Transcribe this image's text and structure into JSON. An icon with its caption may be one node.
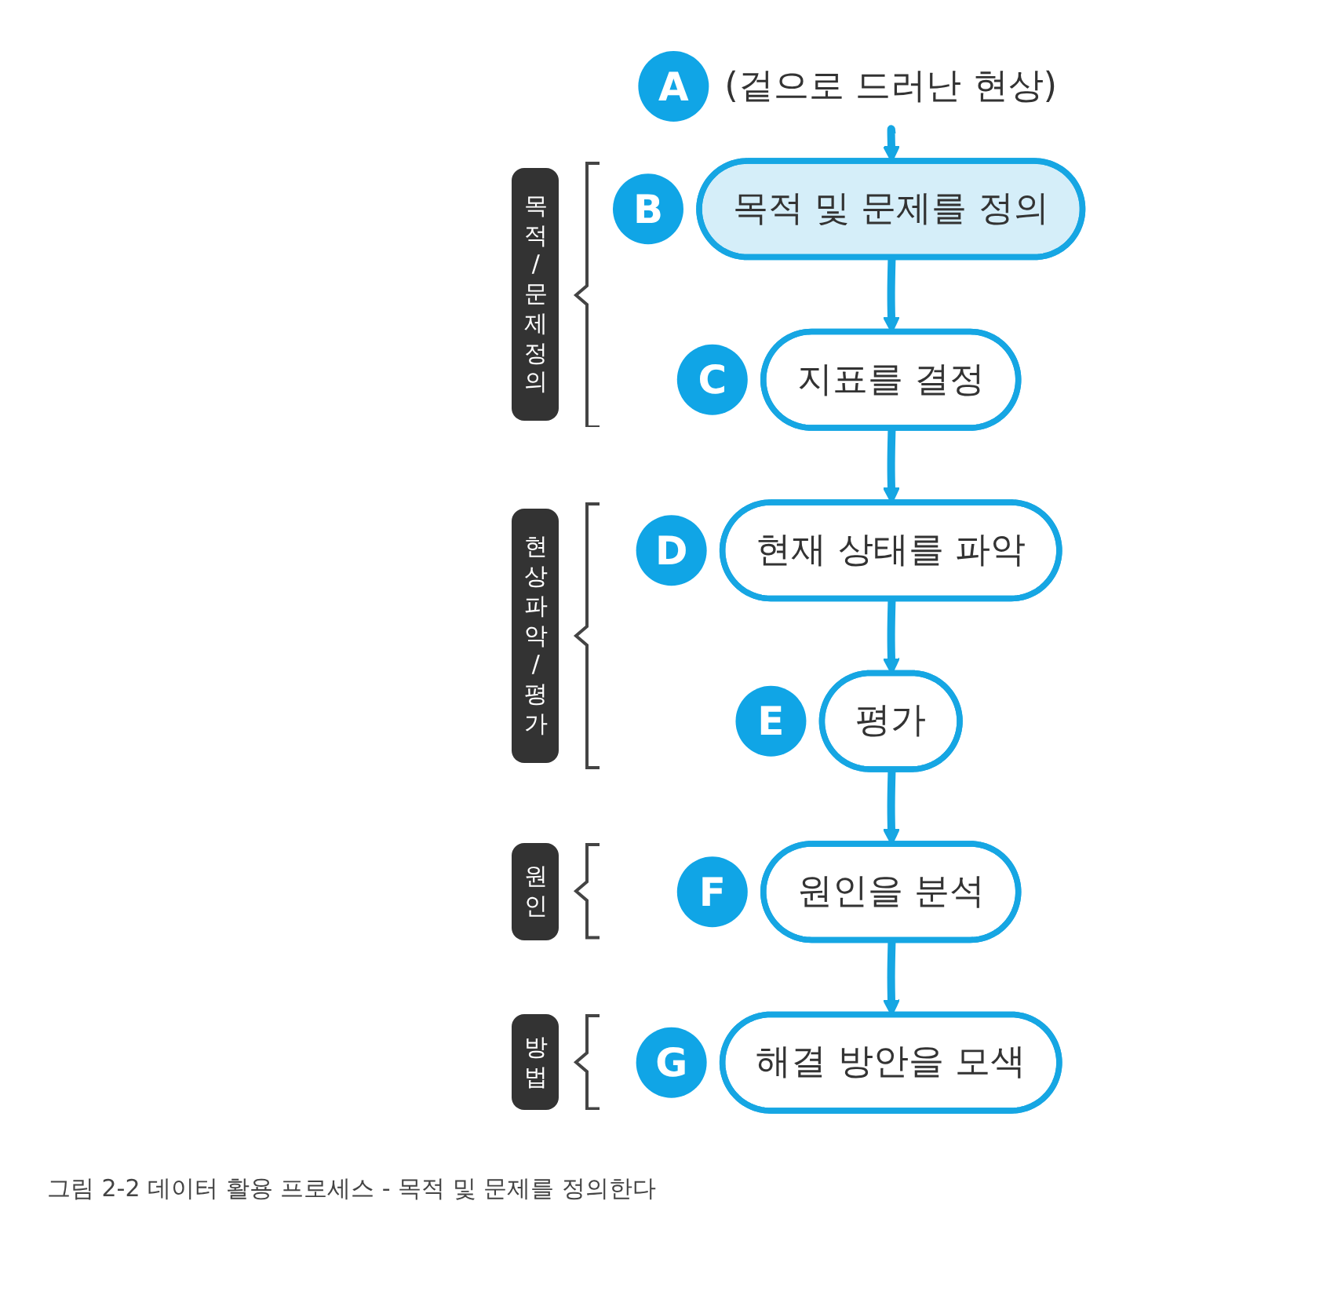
{
  "diagram": {
    "caption": "그림 2-2 데이터 활용 프로세스 - 목적 및 문제를 정의한다",
    "nodes": [
      {
        "text": [
          "(겉으로 드러난 현상)"
        ],
        "beside": [
          "A"
        ]
      },
      {
        "text": [
          "목적 및 문제를 정의"
        ],
        "beside": [
          "B"
        ]
      },
      {
        "text": [
          "지표를 결정"
        ],
        "beside": [
          "C"
        ]
      },
      {
        "text": [
          "현재 상태를 파악"
        ],
        "beside": [
          "D"
        ]
      },
      {
        "text": [
          "평가"
        ],
        "beside": [
          "E"
        ]
      },
      {
        "text": [
          "원인을 분석"
        ],
        "beside": [
          "F"
        ]
      },
      {
        "text": [
          "해결 방안을 모색"
        ],
        "beside": [
          "G"
        ]
      }
    ],
    "edges": [
      {
        "from": 0,
        "to": 1,
        "arrow": "to"
      },
      {
        "from": 1,
        "to": 2,
        "arrow": "to"
      },
      {
        "from": 2,
        "to": 3,
        "arrow": "to"
      },
      {
        "from": 3,
        "to": 4,
        "arrow": "to"
      },
      {
        "from": 4,
        "to": 5,
        "arrow": "to"
      },
      {
        "from": 5,
        "to": 6,
        "arrow": "to"
      }
    ],
    "labels": [
      "목적/문제정의",
      "현상파악/평가",
      "원인",
      "방법"
    ]
  }
}
